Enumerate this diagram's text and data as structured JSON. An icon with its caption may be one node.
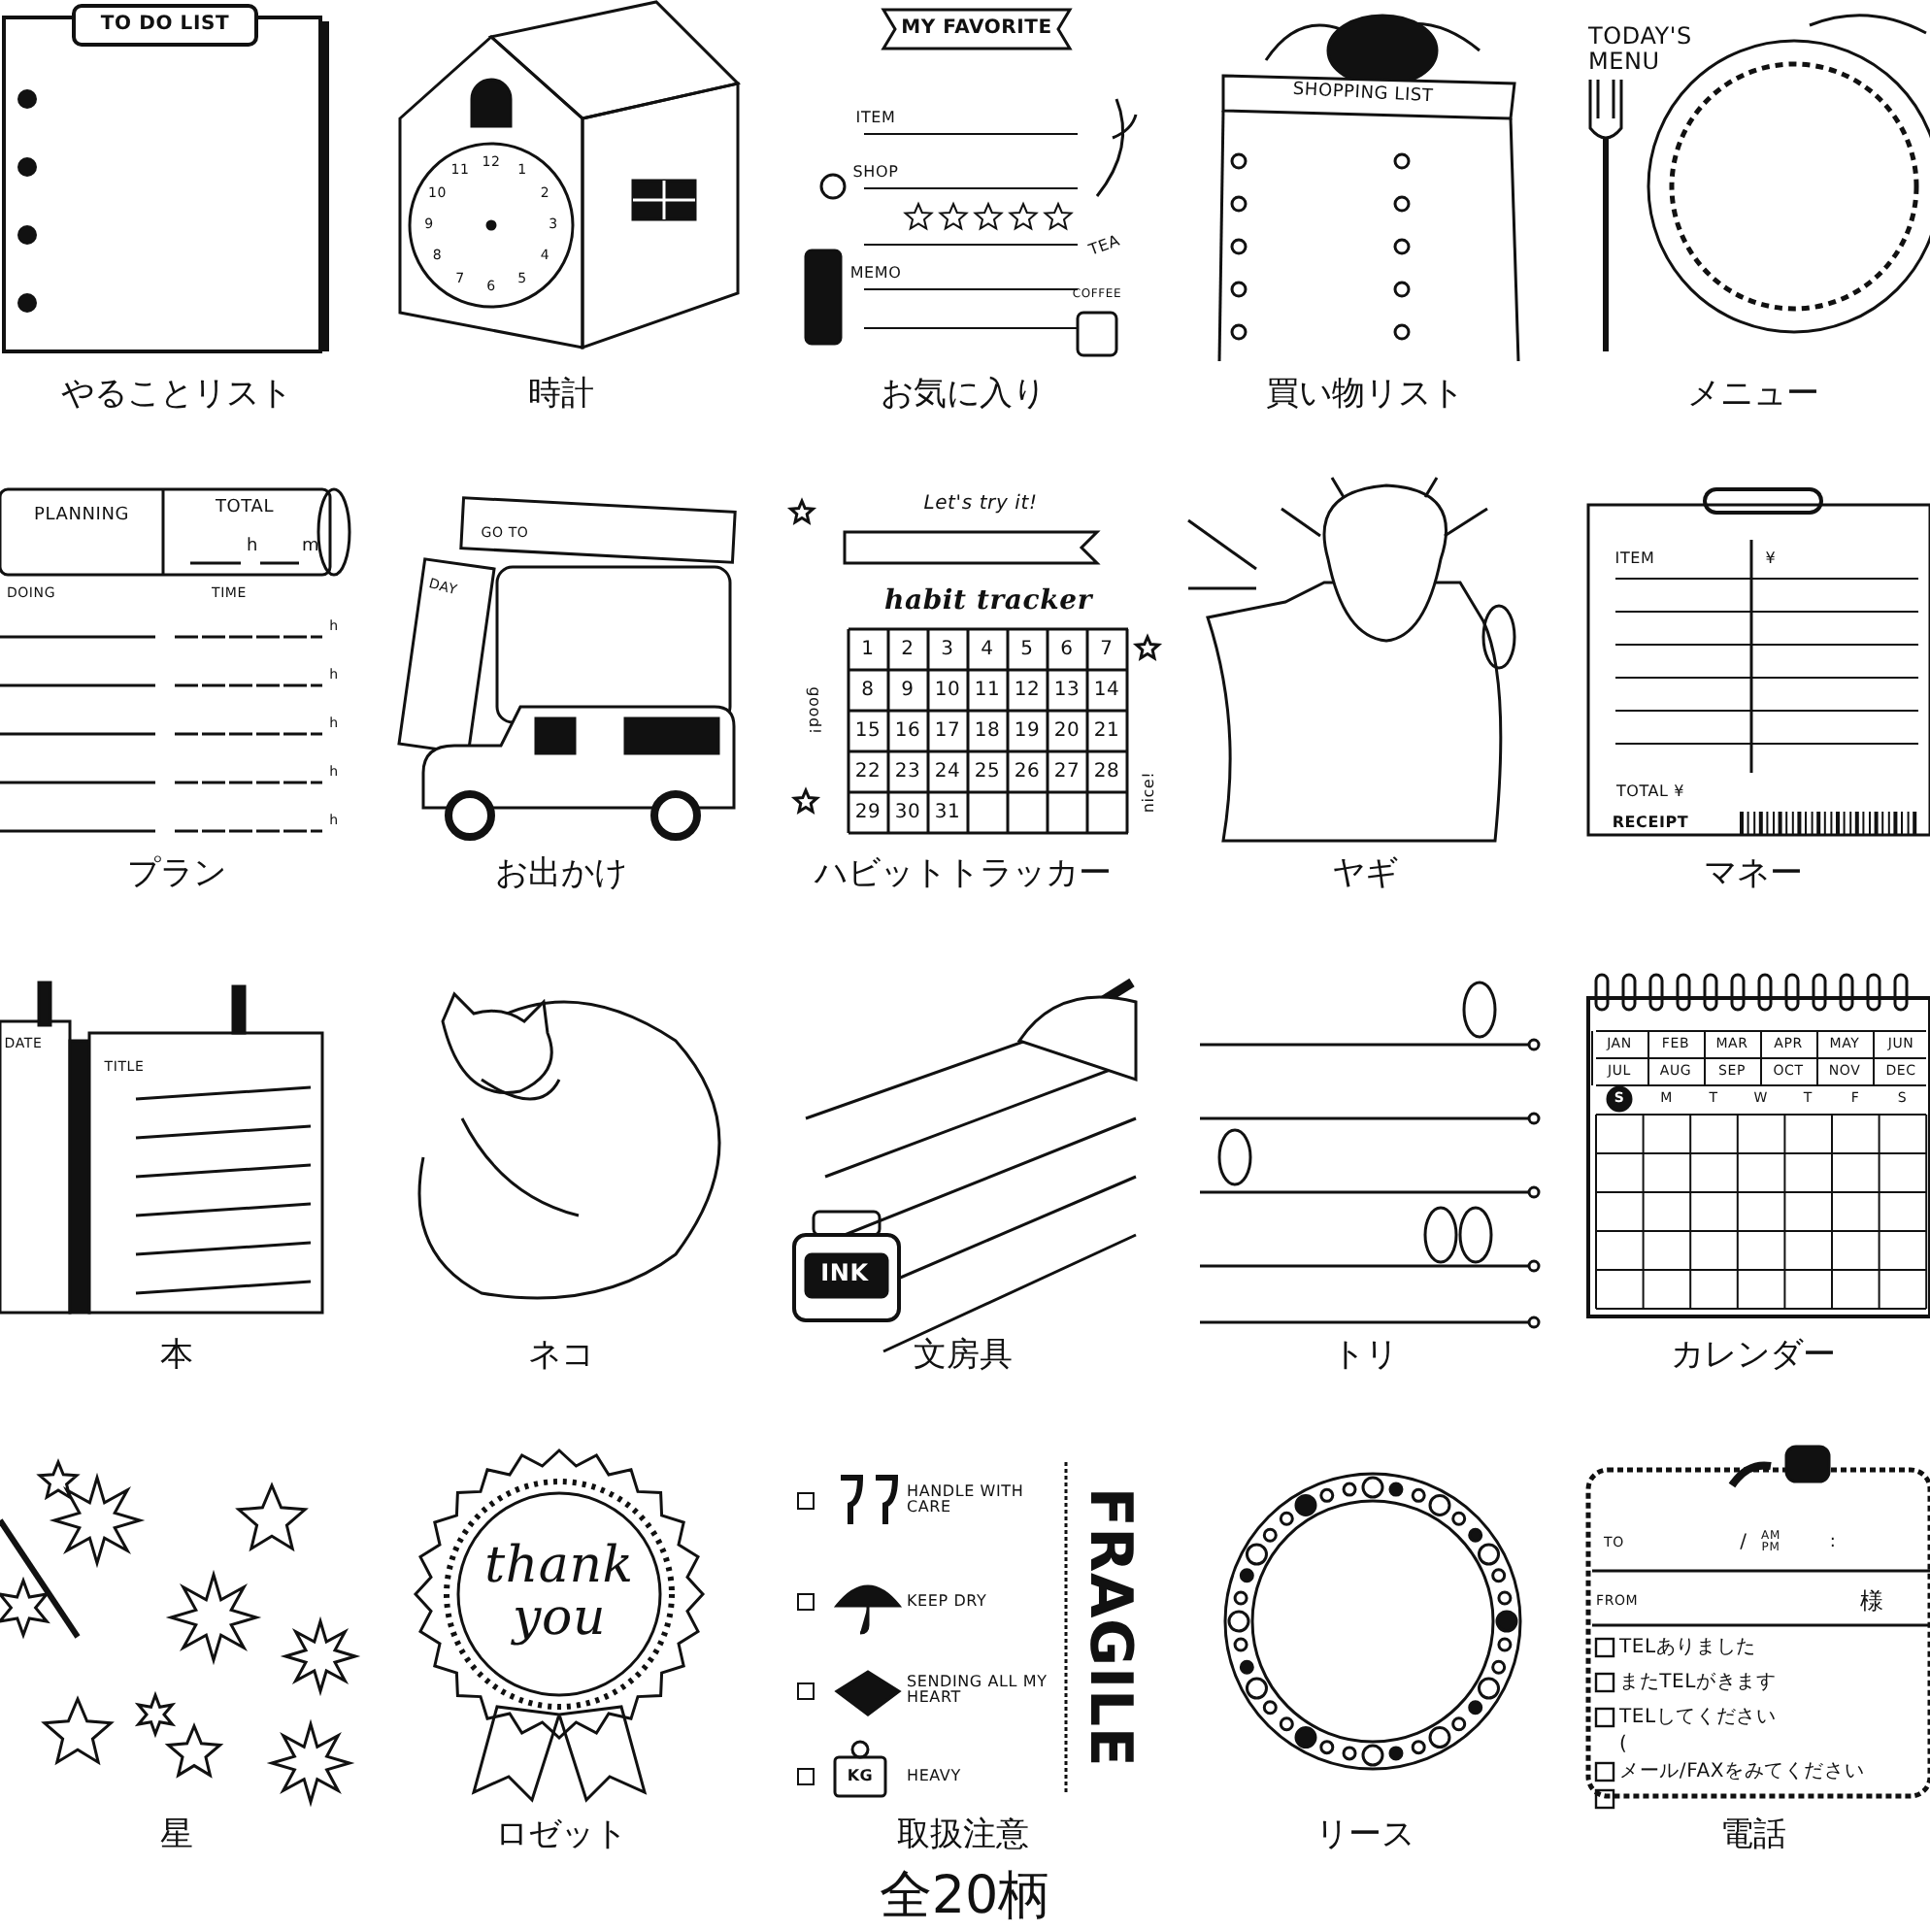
{
  "diagram": {
    "caption": "全20柄",
    "nodes": [
      {
        "text": [
          "TO DO LIST"
        ],
        "beside": [
          "やることリスト"
        ]
      },
      {
        "text": [
          "12",
          "1",
          "2",
          "3",
          "4",
          "5",
          "6",
          "7",
          "8",
          "9",
          "10",
          "11"
        ],
        "beside": [
          "時計"
        ]
      },
      {
        "text": [
          "MY FAVORITE",
          "ITEM",
          "SHOP",
          "MEMO",
          "TEA",
          "COFFEE"
        ],
        "beside": [
          "お気に入り"
        ]
      },
      {
        "text": [
          "SHOPPING LIST"
        ],
        "beside": [
          "買い物リスト"
        ]
      },
      {
        "text": [
          "TODAY'S MENU"
        ],
        "beside": [
          "メニュー"
        ]
      },
      {
        "text": [
          "PLANNING",
          "TOTAL",
          "h",
          "m",
          "DOING",
          "TIME",
          "h",
          "h",
          "h",
          "h",
          "h"
        ],
        "beside": [
          "プラン"
        ]
      },
      {
        "text": [
          "GO TO",
          "DAY"
        ],
        "beside": [
          "お出かけ"
        ]
      },
      {
        "text": [
          "Let's try it!",
          "habit tracker",
          "good!",
          "nice!",
          "1",
          "2",
          "3",
          "4",
          "5",
          "6",
          "7",
          "8",
          "9",
          "10",
          "11",
          "12",
          "13",
          "14",
          "15",
          "16",
          "17",
          "18",
          "19",
          "20",
          "21",
          "22",
          "23",
          "24",
          "25",
          "26",
          "27",
          "28",
          "29",
          "30",
          "31"
        ],
        "beside": [
          "ハビットトラッカー"
        ]
      },
      {
        "text": [],
        "shape": "picture",
        "beside": [
          "ヤギ"
        ]
      },
      {
        "text": [
          "ITEM",
          "¥",
          "TOTAL ¥",
          "RECEIPT"
        ],
        "beside": [
          "マネー"
        ]
      },
      {
        "text": [
          "DATE",
          "TITLE"
        ],
        "beside": [
          "本"
        ]
      },
      {
        "text": [],
        "shape": "picture",
        "beside": [
          "ネコ"
        ]
      },
      {
        "text": [
          "INK"
        ],
        "beside": [
          "文房具"
        ]
      },
      {
        "text": [],
        "shape": "picture",
        "beside": [
          "トリ"
        ]
      },
      {
        "text": [
          "JAN",
          "FEB",
          "MAR",
          "APR",
          "MAY",
          "JUN",
          "JUL",
          "AUG",
          "SEP",
          "OCT",
          "NOV",
          "DEC",
          "S",
          "M",
          "T",
          "W",
          "T",
          "F",
          "S"
        ],
        "beside": [
          "カレンダー"
        ]
      },
      {
        "text": [],
        "shape": "picture",
        "beside": [
          "星"
        ]
      },
      {
        "text": [
          "thank you"
        ],
        "beside": [
          "ロゼット"
        ]
      },
      {
        "text": [
          "HANDLE WITH CARE",
          "KEEP DRY",
          "SENDING ALL MY HEART",
          "KG",
          "HEAVY",
          "FRAGILE"
        ],
        "beside": [
          "取扱注意"
        ]
      },
      {
        "text": [],
        "shape": "picture",
        "beside": [
          "リース"
        ]
      },
      {
        "text": [
          "TO",
          "/",
          "AM PM",
          ":",
          "FROM",
          "様",
          "TELありました",
          "またTELがきます",
          "TELしてください",
          "(",
          "メール/FAXをみてください"
        ],
        "beside": [
          "電話"
        ]
      }
    ]
  }
}
